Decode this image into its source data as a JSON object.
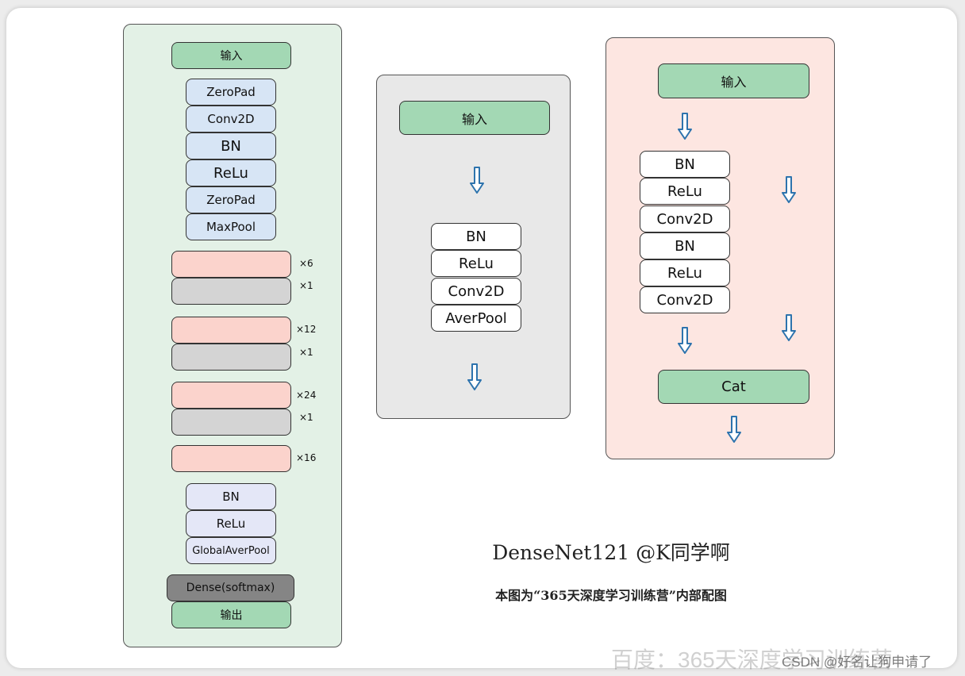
{
  "stem": {
    "input": "输入",
    "layers": [
      "ZeroPad",
      "Conv2D",
      "BN",
      "ReLu",
      "ZeroPad",
      "MaxPool"
    ]
  },
  "blocks": [
    {
      "dense_mult": "×6",
      "trans_mult": "×1"
    },
    {
      "dense_mult": "×12",
      "trans_mult": "×1"
    },
    {
      "dense_mult": "×24",
      "trans_mult": "×1"
    },
    {
      "dense_mult": "×16"
    }
  ],
  "head": {
    "layers": [
      "BN",
      "ReLu",
      "GlobalAverPool"
    ],
    "dense": "Dense(softmax)",
    "output": "输出"
  },
  "transition": {
    "input": "输入",
    "layers": [
      "BN",
      "ReLu",
      "Conv2D",
      "AverPool"
    ]
  },
  "dense_block": {
    "input": "输入",
    "layers": [
      "BN",
      "ReLu",
      "Conv2D",
      "BN",
      "ReLu",
      "Conv2D"
    ],
    "cat": "Cat"
  },
  "caption": {
    "title": "DenseNet121 @K同学啊",
    "subtitle": "本图为“365天深度学习训练营”内部配图"
  },
  "watermark": {
    "baidu": "百度：365天深度学习训练营",
    "csdn": "CSDN @好名让狗申请了"
  },
  "colors": {
    "green": "#a3d8b4",
    "blue": "#d7e5f5",
    "pink": "#fbd3cc",
    "gray": "#d4d4d4",
    "dark": "#858585",
    "arrow": "#2d73ad",
    "panel_left": "#e3f1e6",
    "panel_mid": "#e8e8e8",
    "panel_right": "#fde6e1"
  }
}
